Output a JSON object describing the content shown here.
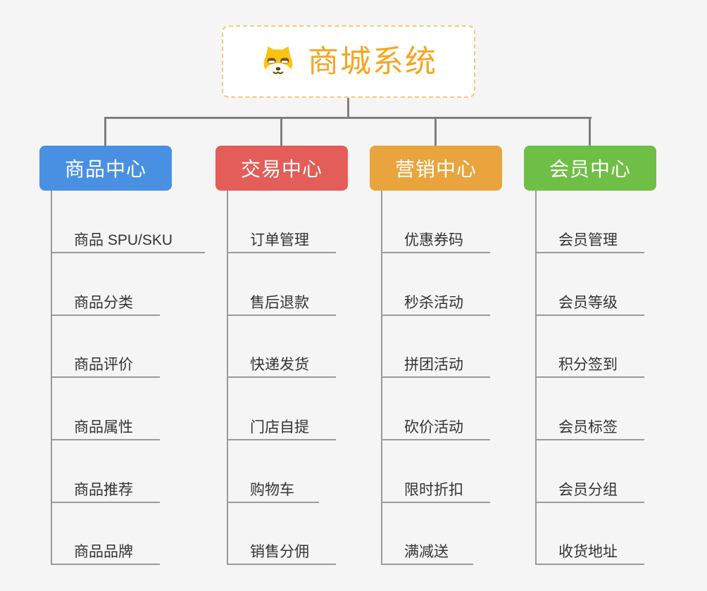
{
  "colors": {
    "background": "#f5f5f5",
    "line": "#9a9a9a",
    "connector": "#7f7f7f",
    "leaf_text": "#333333"
  },
  "root": {
    "title": "商城系统",
    "icon": "dog-face-icon",
    "title_color": "#f5a623",
    "border_color": "#f5c878",
    "bg_color": "#ffffff"
  },
  "branches": [
    {
      "label": "商品中心",
      "color": "#4a90e2",
      "children": [
        "商品 SPU/SKU",
        "商品分类",
        "商品评价",
        "商品属性",
        "商品推荐",
        "商品品牌"
      ]
    },
    {
      "label": "交易中心",
      "color": "#e35d59",
      "children": [
        "订单管理",
        "售后退款",
        "快递发货",
        "门店自提",
        "购物车",
        "销售分佣"
      ]
    },
    {
      "label": "营销中心",
      "color": "#e9a43d",
      "children": [
        "优惠券码",
        "秒杀活动",
        "拼团活动",
        "砍价活动",
        "限时折扣",
        "满减送"
      ]
    },
    {
      "label": "会员中心",
      "color": "#6fbf46",
      "children": [
        "会员管理",
        "会员等级",
        "积分签到",
        "会员标签",
        "会员分组",
        "收货地址"
      ]
    }
  ]
}
